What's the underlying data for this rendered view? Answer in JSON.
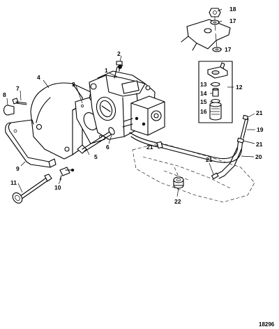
{
  "callouts": {
    "c1": "1",
    "c2": "2",
    "c3": "3",
    "c4": "4",
    "c5": "5",
    "c6": "6",
    "c7": "7",
    "c8": "8",
    "c9": "9",
    "c10": "10",
    "c11": "11",
    "c12": "12",
    "c13": "13",
    "c14": "14",
    "c15": "15",
    "c16": "16",
    "c17a": "17",
    "c17b": "17",
    "c18": "18",
    "c19": "19",
    "c20": "20",
    "c21a": "21",
    "c21b": "21",
    "c21c": "21",
    "c21d": "21",
    "c22": "22"
  },
  "reference_number": "18296"
}
